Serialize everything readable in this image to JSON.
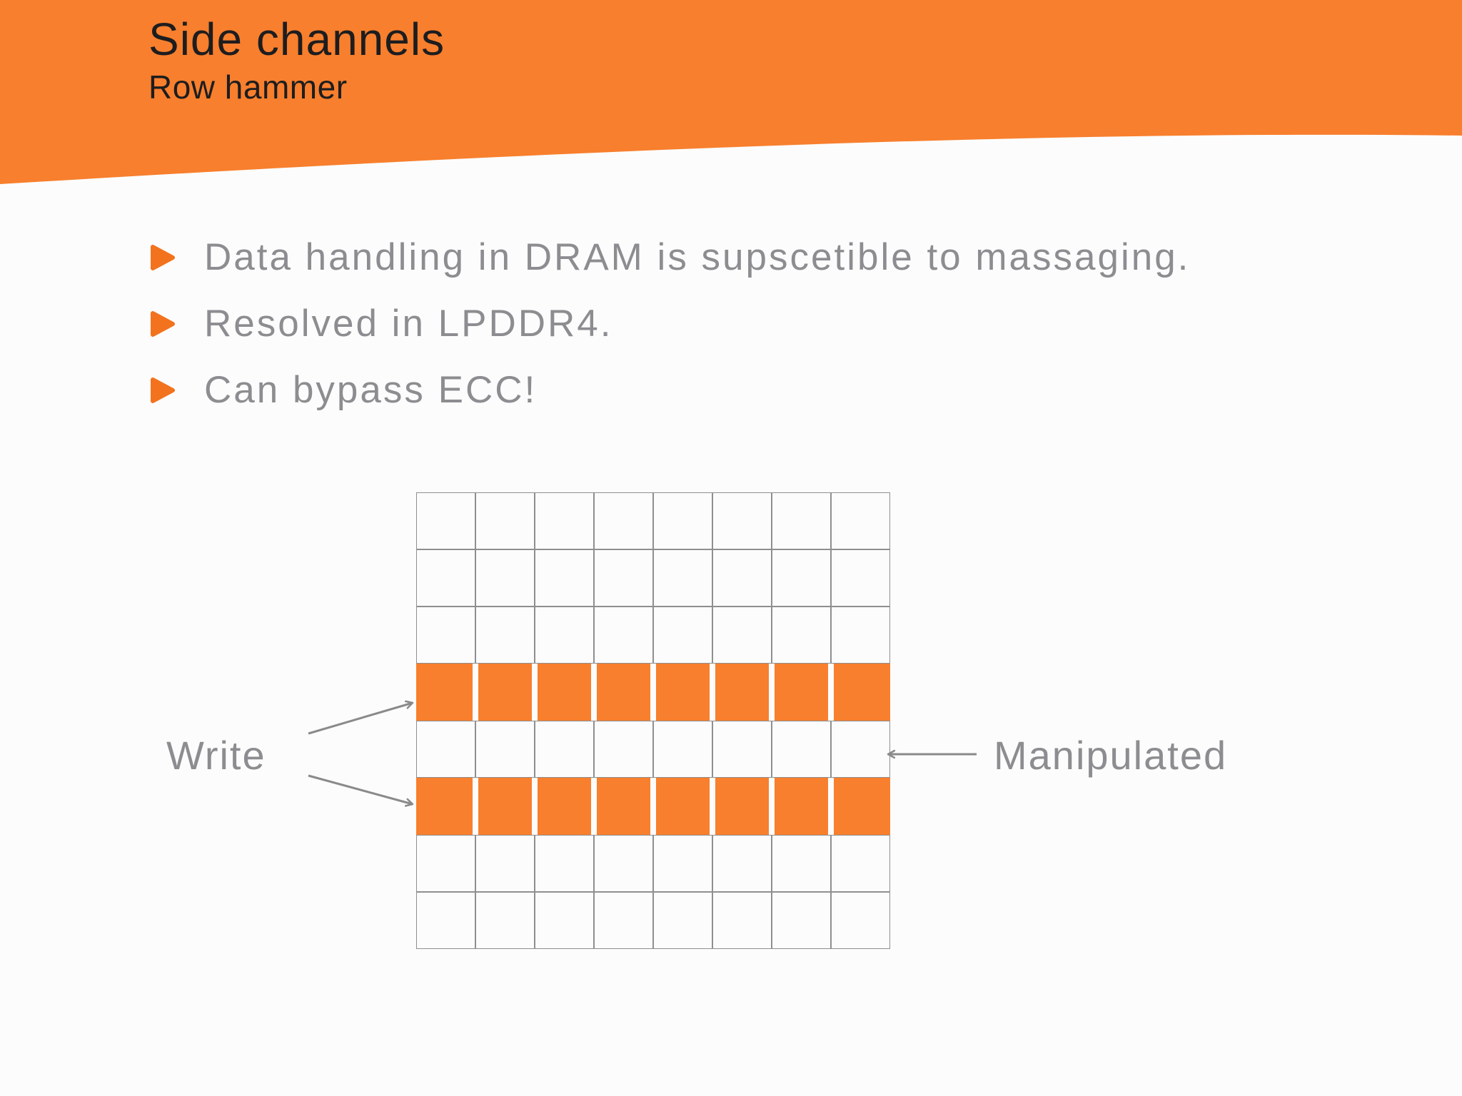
{
  "header": {
    "title": "Side channels",
    "subtitle": "Row hammer"
  },
  "bullets": [
    "Data handling in DRAM is supscetible to massaging.",
    "Resolved in LPDDR4.",
    "Can bypass ECC!"
  ],
  "diagram": {
    "write_label": "Write",
    "manipulated_label": "Manipulated",
    "grid": {
      "rows": 8,
      "cols": 8,
      "highlighted_row_indexes": [
        3,
        5
      ]
    }
  },
  "colors": {
    "orange": "#F87F2D",
    "bullet_orange": "#F3721D",
    "gray_text": "#8D8D91",
    "grid_line": "#8F8F8F",
    "arrow_gray": "#8A8A8A",
    "title_color": "#1D1D1F",
    "background": "#FCFCFC"
  }
}
